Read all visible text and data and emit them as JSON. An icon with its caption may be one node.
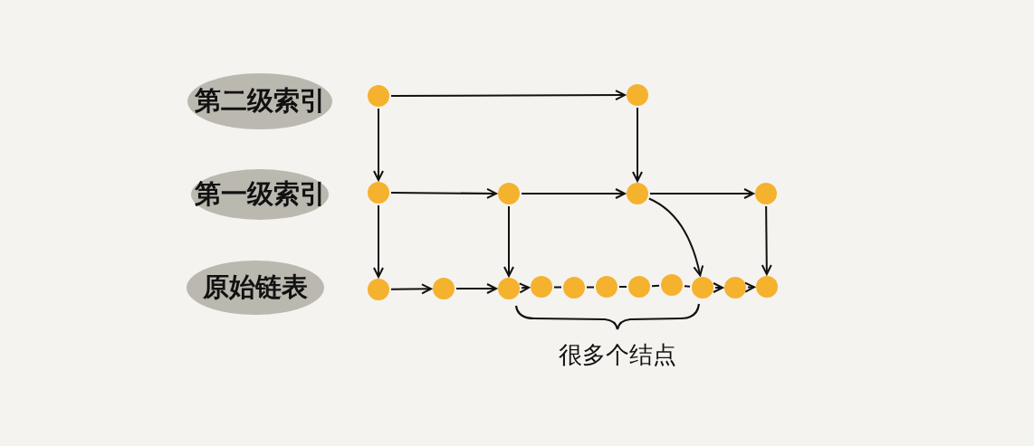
{
  "diagram": {
    "nodes": [
      {
        "text": [
          "第二级索引"
        ]
      },
      {
        "text": [
          "第一级索引"
        ]
      },
      {
        "text": [
          "原始链表"
        ]
      },
      {
        "text": [],
        "shape": "circle"
      },
      {
        "text": [],
        "shape": "circle"
      },
      {
        "text": [],
        "shape": "circle"
      },
      {
        "text": [],
        "shape": "circle"
      },
      {
        "text": [],
        "shape": "circle"
      },
      {
        "text": [],
        "shape": "circle"
      },
      {
        "text": [],
        "shape": "circle"
      },
      {
        "text": [],
        "shape": "circle"
      },
      {
        "text": [],
        "shape": "circle"
      },
      {
        "text": [],
        "shape": "circle"
      },
      {
        "text": [],
        "shape": "circle"
      },
      {
        "text": [],
        "shape": "circle"
      },
      {
        "text": [],
        "shape": "circle"
      },
      {
        "text": [],
        "shape": "circle"
      },
      {
        "text": [],
        "shape": "circle"
      },
      {
        "text": [],
        "shape": "circle"
      },
      {
        "text": [],
        "shape": "circle"
      }
    ],
    "edges": [
      {
        "from": 3,
        "to": 4,
        "arrow": "to"
      },
      {
        "from": 3,
        "to": 5,
        "arrow": "to"
      },
      {
        "from": 4,
        "to": 7,
        "arrow": "to"
      },
      {
        "from": 5,
        "to": 6,
        "arrow": "to"
      },
      {
        "from": 6,
        "to": 7,
        "arrow": "to"
      },
      {
        "from": 7,
        "to": 8,
        "arrow": "to"
      },
      {
        "from": 5,
        "to": 9,
        "arrow": "to"
      },
      {
        "from": 6,
        "to": 11,
        "arrow": "to"
      },
      {
        "from": 7,
        "to": 17,
        "arrow": "to"
      },
      {
        "from": 8,
        "to": 19,
        "arrow": "to"
      },
      {
        "from": 9,
        "to": 10,
        "arrow": "to"
      },
      {
        "from": 10,
        "to": 11,
        "arrow": "to"
      },
      {
        "from": 11,
        "to": 12,
        "arrow": "to"
      },
      {
        "from": 12,
        "to": 13,
        "arrow": "none"
      },
      {
        "from": 13,
        "to": 14,
        "arrow": "none"
      },
      {
        "from": 14,
        "to": 15,
        "arrow": "none"
      },
      {
        "from": 15,
        "to": 16,
        "arrow": "none"
      },
      {
        "from": 16,
        "to": 17,
        "arrow": "none"
      },
      {
        "from": 17,
        "to": 18,
        "arrow": "to"
      },
      {
        "from": 18,
        "to": 19,
        "arrow": "to"
      }
    ],
    "labels": [
      "很多个结点"
    ]
  }
}
